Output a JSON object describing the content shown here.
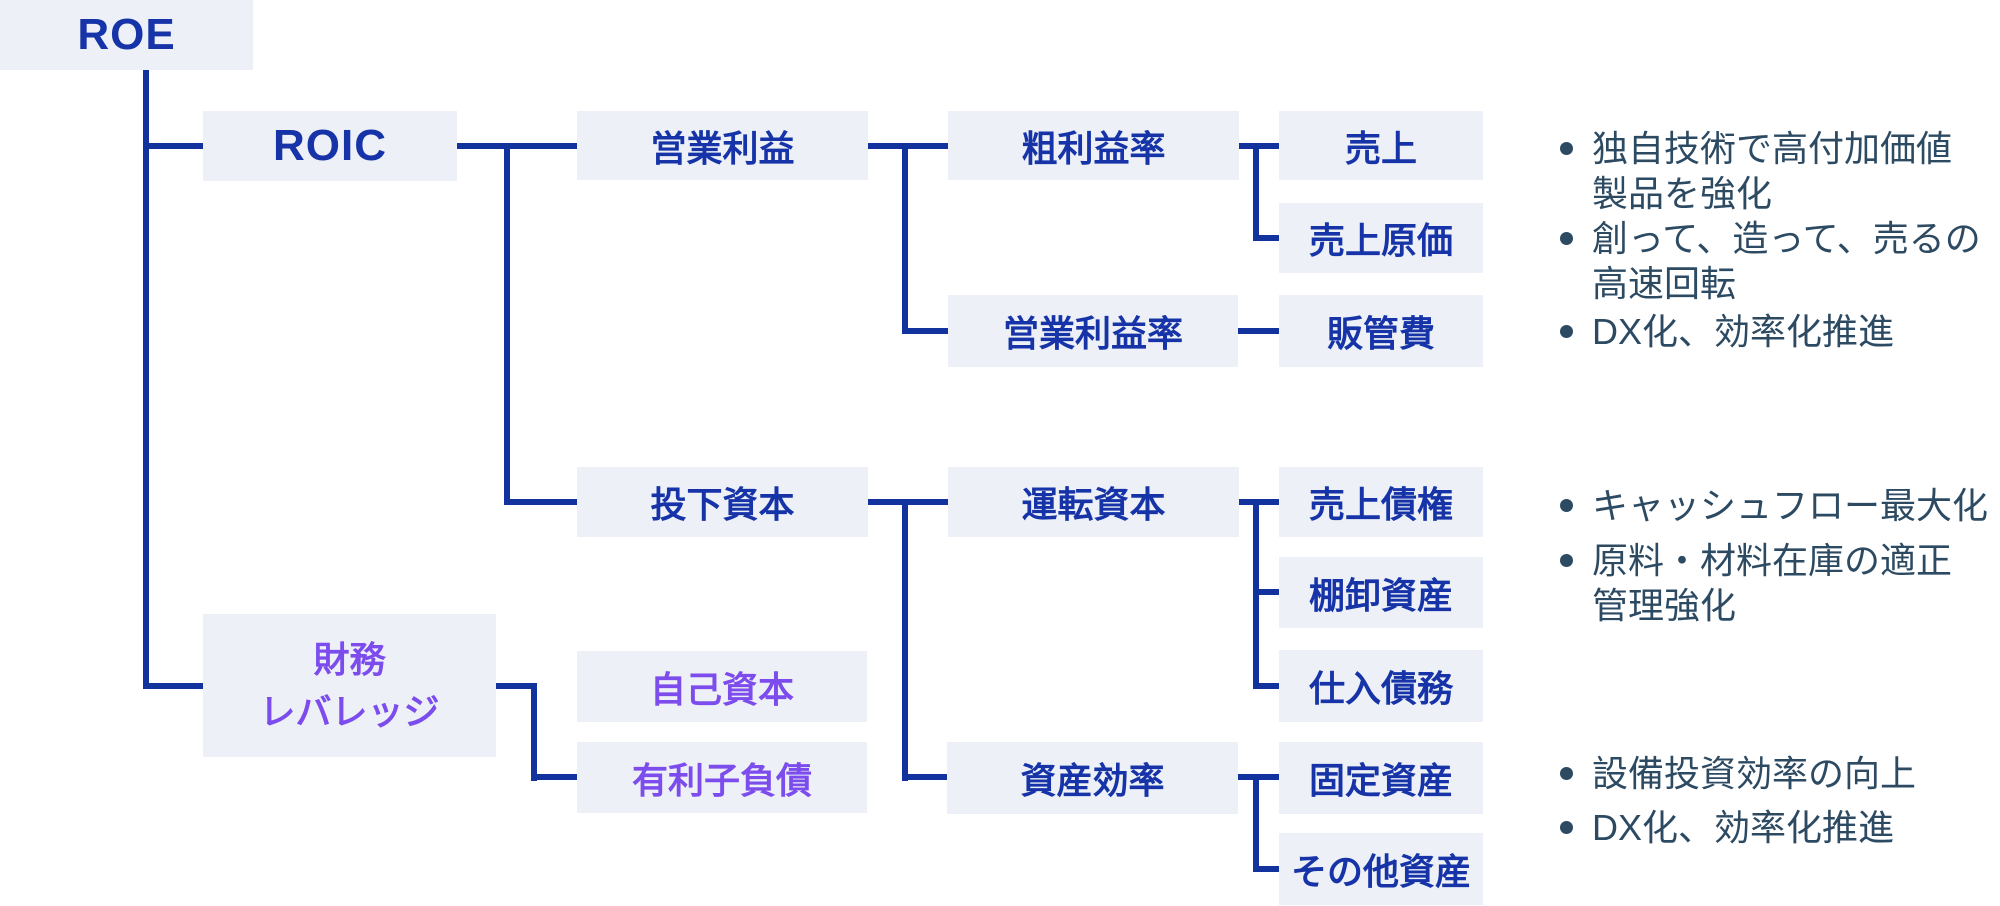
{
  "colors": {
    "accent_blue": "#1634a8",
    "accent_purple": "#7c4ced",
    "box_fill": "#edf0f6",
    "line_blue": "#12329e",
    "note_color": "#2d4a63"
  },
  "nodes": {
    "roe": {
      "label": "ROE"
    },
    "roic": {
      "label": "ROIC"
    },
    "operating_profit": {
      "label": "営業利益"
    },
    "gross_margin": {
      "label": "粗利益率"
    },
    "sales": {
      "label": "売上"
    },
    "cogs": {
      "label": "売上原価"
    },
    "operating_margin": {
      "label": "営業利益率"
    },
    "sgna": {
      "label": "販管費"
    },
    "invested_capital": {
      "label": "投下資本"
    },
    "working_capital": {
      "label": "運転資本"
    },
    "receivables": {
      "label": "売上債権"
    },
    "inventory": {
      "label": "棚卸資産"
    },
    "payables": {
      "label": "仕入債務"
    },
    "financial_leverage": {
      "label_line1": "財務",
      "label_line2": "レバレッジ"
    },
    "equity": {
      "label": "自己資本"
    },
    "interest_bearing_debt": {
      "label": "有利子負債"
    },
    "asset_efficiency": {
      "label": "資産効率"
    },
    "fixed_assets": {
      "label": "固定資産"
    },
    "other_assets": {
      "label": "その他資産"
    }
  },
  "notes": {
    "top": [
      {
        "lines": [
          "独自技術で高付加価値",
          "製品を強化"
        ]
      },
      {
        "lines": [
          "創って、造って、売るの",
          "高速回転"
        ]
      },
      {
        "lines": [
          "DX化、効率化推進"
        ]
      }
    ],
    "middle": [
      {
        "lines": [
          "キャッシュフロー最大化"
        ]
      },
      {
        "lines": [
          "原料・材料在庫の適正",
          "管理強化"
        ]
      }
    ],
    "bottom": [
      {
        "lines": [
          "設備投資効率の向上"
        ]
      },
      {
        "lines": [
          "DX化、効率化推進"
        ]
      }
    ]
  }
}
